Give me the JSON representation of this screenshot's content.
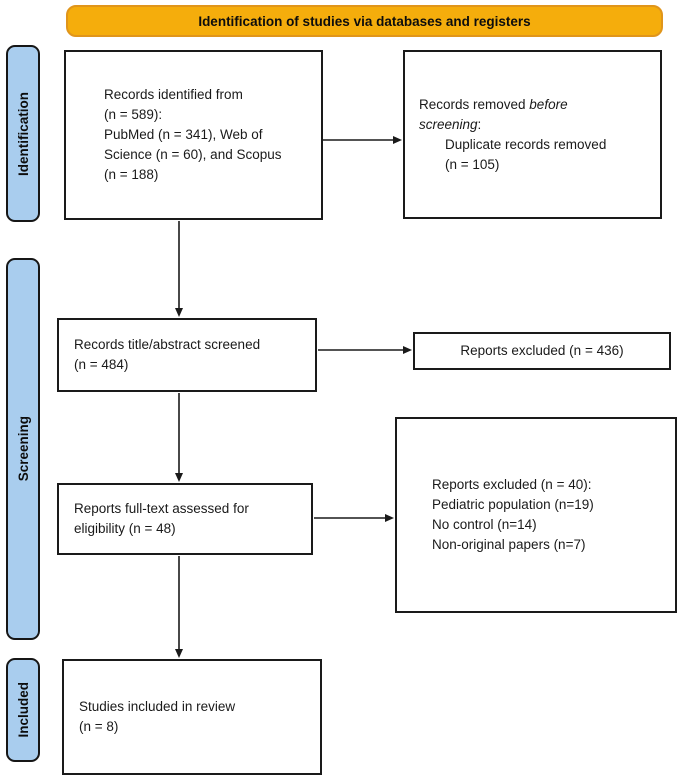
{
  "banner": {
    "label": "Identification of studies via databases and registers"
  },
  "stages": {
    "identification": "Identification",
    "screening": "Screening",
    "included": "Included"
  },
  "boxes": {
    "records_identified": {
      "line1": "Records identified from",
      "line2": "(n = 589):",
      "line3": "PubMed (n = 341), Web of",
      "line4": "Science (n = 60), and Scopus",
      "line5": "(n = 188)"
    },
    "records_removed": {
      "line1_normal": "Records removed ",
      "line1_italic": "before",
      "line2_italic": "screening",
      "line2_suffix": ":",
      "line3": "Duplicate records removed",
      "line4": "(n = 105)"
    },
    "title_abstract_screened": {
      "line1": "Records title/abstract screened",
      "line2": "(n = 484)"
    },
    "reports_excluded_screening": {
      "line1": "Reports excluded (n = 436)"
    },
    "fulltext_assessed": {
      "line1": "Reports full-text assessed for",
      "line2": "eligibility (n = 48)"
    },
    "reports_excluded_eligibility": {
      "line1": "Reports excluded (n = 40):",
      "line2": "Pediatric population (n=19)",
      "line3": "No control (n=14)",
      "line4": "Non-original papers (n=7)"
    },
    "studies_included": {
      "line1": "Studies included in review",
      "line2": "(n = 8)"
    }
  },
  "colors": {
    "banner_fill": "#F5AD0C",
    "banner_border": "#E0951B",
    "stage_fill": "#A9CDEE",
    "box_border": "#1a1a1a",
    "arrow": "#1a1a1a"
  }
}
